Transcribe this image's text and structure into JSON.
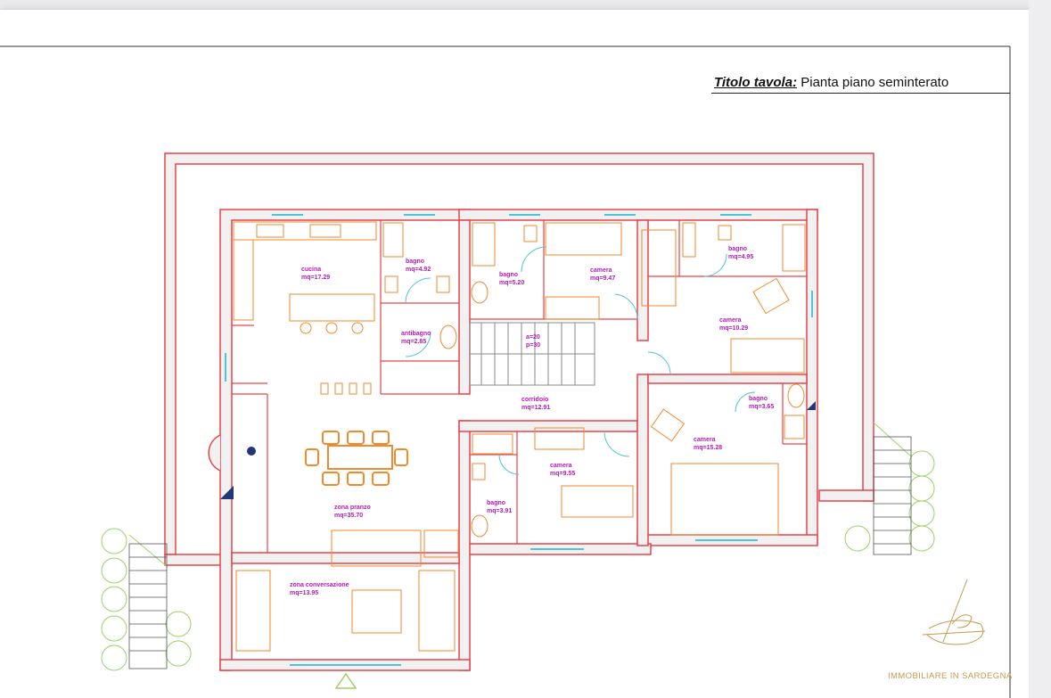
{
  "sheet": {
    "title_label": "Titolo tavola:",
    "title_value": "Pianta piano seminterato"
  },
  "rooms": {
    "cucina": {
      "name": "cucina",
      "area": "mq=17.29"
    },
    "bagno1": {
      "name": "bagno",
      "area": "mq=4.92"
    },
    "antibagno": {
      "name": "antibagno",
      "area": "mq=2.85"
    },
    "bagno2": {
      "name": "bagno",
      "area": "mq=5.20"
    },
    "camera1": {
      "name": "camera",
      "area": "mq=9.47"
    },
    "bagno3": {
      "name": "bagno",
      "area": "mq=4.95"
    },
    "camera2": {
      "name": "camera",
      "area": "mq=10.29"
    },
    "stair": {
      "line1": "a=20",
      "line2": "p=30"
    },
    "corridoio": {
      "name": "corridoio",
      "area": "mq=12.91"
    },
    "bagno4": {
      "name": "bagno",
      "area": "mq=3.65"
    },
    "camera3": {
      "name": "camera",
      "area": "mq=15.28"
    },
    "camera4": {
      "name": "camera",
      "area": "mq=9.55"
    },
    "bagno5": {
      "name": "bagno",
      "area": "mq=3.91"
    },
    "zona_pranzo": {
      "name": "zona pranzo",
      "area": "mq=35.70"
    },
    "zona_conversazione": {
      "name": "zona conversazione",
      "area": "mq=13.95"
    }
  },
  "brand": {
    "text": "IMMOBILIARE IN SARDEGNA"
  },
  "colors": {
    "wall": "#e8434a",
    "furniture": "#f08a2c",
    "labels": "#b51ab5",
    "windows": "#4fc3d9",
    "landscape": "#9ed26a",
    "brand": "#c39a4c"
  }
}
